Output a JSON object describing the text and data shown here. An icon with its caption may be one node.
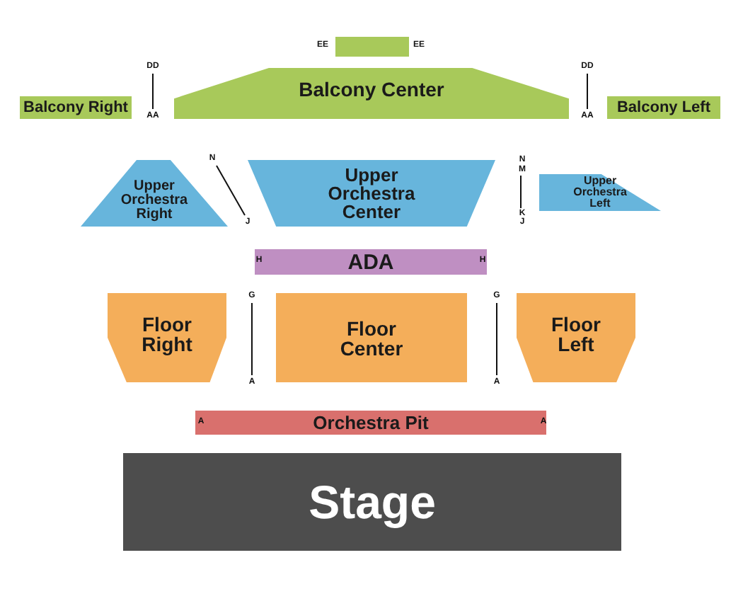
{
  "diagram": {
    "nodes": [
      {
        "text": [],
        "shape": "box"
      },
      {
        "text": [
          "Balcony Right"
        ]
      },
      {
        "text": [
          "Balcony Center"
        ]
      },
      {
        "text": [
          "Balcony Left"
        ]
      },
      {
        "text": [
          "Upper Orchestra Right"
        ]
      },
      {
        "text": [
          "Upper Orchestra Center"
        ]
      },
      {
        "text": [
          "Upper Orchestra Left"
        ]
      },
      {
        "text": [
          "ADA"
        ]
      },
      {
        "text": [
          "Floor Right"
        ]
      },
      {
        "text": [
          "Floor Center"
        ]
      },
      {
        "text": [
          "Floor Left"
        ]
      },
      {
        "text": [
          "Orchestra Pit"
        ]
      },
      {
        "text": [
          "Stage"
        ]
      }
    ],
    "labels": [
      "EE",
      "EE",
      "DD",
      "AA",
      "DD",
      "AA",
      "N",
      "J",
      "N",
      "M",
      "K",
      "J",
      "H",
      "H",
      "G",
      "A",
      "G",
      "A",
      "A",
      "A"
    ]
  }
}
